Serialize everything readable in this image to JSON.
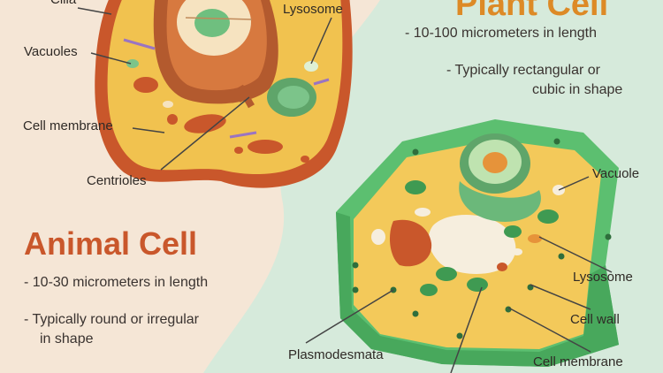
{
  "colors": {
    "animal_bg": "#f5e6d6",
    "plant_bg": "#d6eadb",
    "animal_accent": "#c9572b",
    "plant_accent": "#dd8a26"
  },
  "animal": {
    "title": "Animal Cell",
    "bullets": [
      "- 10-30 micrometers in length",
      "- Typically round or irregular",
      "in shape"
    ],
    "labels": {
      "cilia": "Cilia",
      "vacuoles": "Vacuoles",
      "cell_membrane": "Cell membrane",
      "centrioles": "Centrioles",
      "lysosome": "Lysosome"
    }
  },
  "plant": {
    "title": "Plant Cell",
    "bullets": [
      "- 10-100 micrometers in length",
      "- Typically rectangular or",
      "cubic in shape"
    ],
    "labels": {
      "vacuole": "Vacuole",
      "lysosome": "Lysosome",
      "cell_wall": "Cell wall",
      "cell_membrane": "Cell membrane",
      "plasmodesmata": "Plasmodesmata"
    }
  }
}
